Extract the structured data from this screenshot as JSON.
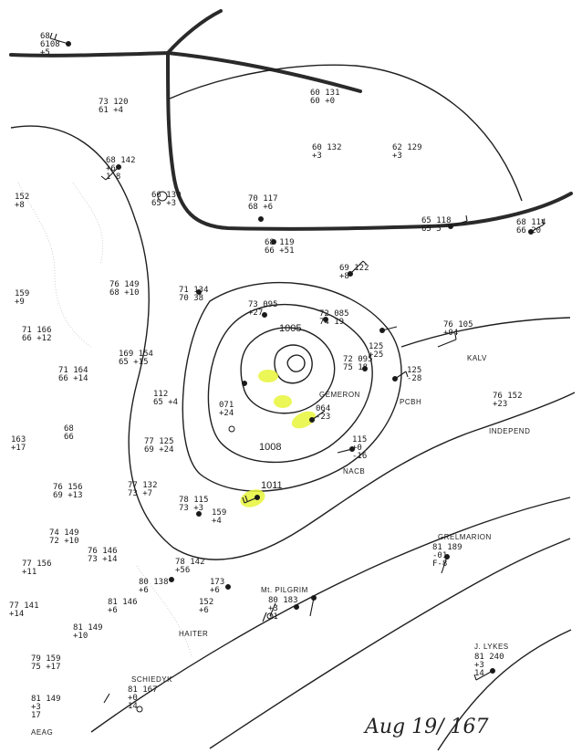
{
  "map": {
    "date_label": "Aug 19/ 167",
    "highlight_color": "#e8f53a",
    "ink_color": "#1a1a1a"
  },
  "stations": [
    {
      "id": "s1",
      "lines": [
        "68",
        "6108",
        "+5"
      ]
    },
    {
      "id": "s2",
      "lines": [
        "73 120",
        "61 +4"
      ]
    },
    {
      "id": "s3",
      "lines": [
        "60 131",
        "60 +0"
      ]
    },
    {
      "id": "s4",
      "lines": [
        "60 132",
        "+3"
      ]
    },
    {
      "id": "s5",
      "lines": [
        "62 129",
        "+3"
      ]
    },
    {
      "id": "s6",
      "lines": [
        "68 142",
        "+6",
        "1 8"
      ]
    },
    {
      "id": "s7",
      "lines": [
        "66 130",
        "65 +3"
      ]
    },
    {
      "id": "s8",
      "lines": [
        "70 117",
        "68 +6"
      ]
    },
    {
      "id": "s9",
      "lines": [
        "152",
        "+8"
      ]
    },
    {
      "id": "s10",
      "lines": [
        "65 118",
        "65 5"
      ]
    },
    {
      "id": "s11",
      "lines": [
        "68 114",
        "66 20"
      ]
    },
    {
      "id": "s12",
      "lines": [
        "68 119",
        "66 +51"
      ]
    },
    {
      "id": "s13",
      "lines": [
        "69 122",
        "+8"
      ]
    },
    {
      "id": "s14",
      "lines": [
        "159",
        "+9"
      ]
    },
    {
      "id": "s15",
      "lines": [
        "76 149",
        "68 +10"
      ]
    },
    {
      "id": "s16",
      "lines": [
        "71 134",
        "70 38"
      ]
    },
    {
      "id": "s17",
      "lines": [
        "73 095",
        "+27"
      ]
    },
    {
      "id": "s18",
      "lines": [
        "72 085",
        "74 19"
      ]
    },
    {
      "id": "s19",
      "lines": [
        "71 166",
        "66 +12"
      ]
    },
    {
      "id": "s20",
      "lines": [
        "125",
        "+25"
      ]
    },
    {
      "id": "s21",
      "lines": [
        "76 105",
        "+04"
      ]
    },
    {
      "id": "s22",
      "lines": [
        "71 164",
        "66 +14"
      ]
    },
    {
      "id": "s23",
      "lines": [
        "169 154",
        "65 +15"
      ]
    },
    {
      "id": "s24",
      "lines": [
        "72 095",
        "75 18"
      ]
    },
    {
      "id": "s25",
      "lines": [
        "125",
        "-28"
      ]
    },
    {
      "id": "s26",
      "lines": [
        "76 152",
        "+23"
      ]
    },
    {
      "id": "s27",
      "lines": [
        "112",
        "65 +4"
      ]
    },
    {
      "id": "s28",
      "lines": [
        "071",
        "+24"
      ]
    },
    {
      "id": "s29",
      "lines": [
        "064",
        "-23"
      ]
    },
    {
      "id": "s30",
      "lines": [
        "68",
        "66"
      ]
    },
    {
      "id": "s31",
      "lines": [
        "163",
        "+17"
      ]
    },
    {
      "id": "s32",
      "lines": [
        "77 125",
        "69 +24"
      ]
    },
    {
      "id": "s33",
      "lines": [
        "115",
        "+0",
        "-16"
      ]
    },
    {
      "id": "s34",
      "lines": [
        "76 156",
        "69 +13"
      ]
    },
    {
      "id": "s35",
      "lines": [
        "77 132",
        "73 +7"
      ]
    },
    {
      "id": "s36",
      "lines": [
        "78 115",
        "73 +3"
      ]
    },
    {
      "id": "s37",
      "lines": [
        "159",
        "+4"
      ]
    },
    {
      "id": "s38",
      "lines": [
        "74 149",
        "72 +10"
      ]
    },
    {
      "id": "s39",
      "lines": [
        "76 146",
        "73 +14"
      ]
    },
    {
      "id": "s40",
      "lines": [
        "77 156",
        "+11"
      ]
    },
    {
      "id": "s41",
      "lines": [
        "78 142",
        "+56"
      ]
    },
    {
      "id": "s42",
      "lines": [
        "80 138",
        "+6"
      ]
    },
    {
      "id": "s43",
      "lines": [
        "173",
        "+6"
      ]
    },
    {
      "id": "s44",
      "lines": [
        "81 189",
        "-01",
        "F-8"
      ]
    },
    {
      "id": "s45",
      "lines": [
        "77 141",
        "+14"
      ]
    },
    {
      "id": "s46",
      "lines": [
        "81 146",
        "+6"
      ]
    },
    {
      "id": "s47",
      "lines": [
        "152",
        "+6"
      ]
    },
    {
      "id": "s48",
      "lines": [
        "80 183",
        "+3",
        "11"
      ]
    },
    {
      "id": "s49",
      "lines": [
        "81 149",
        "+10"
      ]
    },
    {
      "id": "s50",
      "lines": [
        "81 240",
        "+3",
        "14"
      ]
    },
    {
      "id": "s51",
      "lines": [
        "79 159",
        "75 +17"
      ]
    },
    {
      "id": "s52",
      "lines": [
        "81 167",
        "+0",
        "14"
      ]
    },
    {
      "id": "s53",
      "lines": [
        "81 149",
        "+3",
        "17"
      ]
    }
  ],
  "labels": {
    "kalv": "KALV",
    "pcbh": "PCBH",
    "independ": "INDEPEND",
    "nacb": "NACB",
    "grelmarion": "GRELMARION",
    "mt_pilgrim": "Mt. PILGRIM",
    "haiter": "HAITER",
    "j_lykes": "J. LYKES",
    "schiedyk": "SCHIEDYK",
    "aeag": "AEAG",
    "gemeron": "GEMERON"
  },
  "isobars": {
    "iso_1005": "1005",
    "iso_1008": "1008",
    "iso_1011": "1011"
  }
}
